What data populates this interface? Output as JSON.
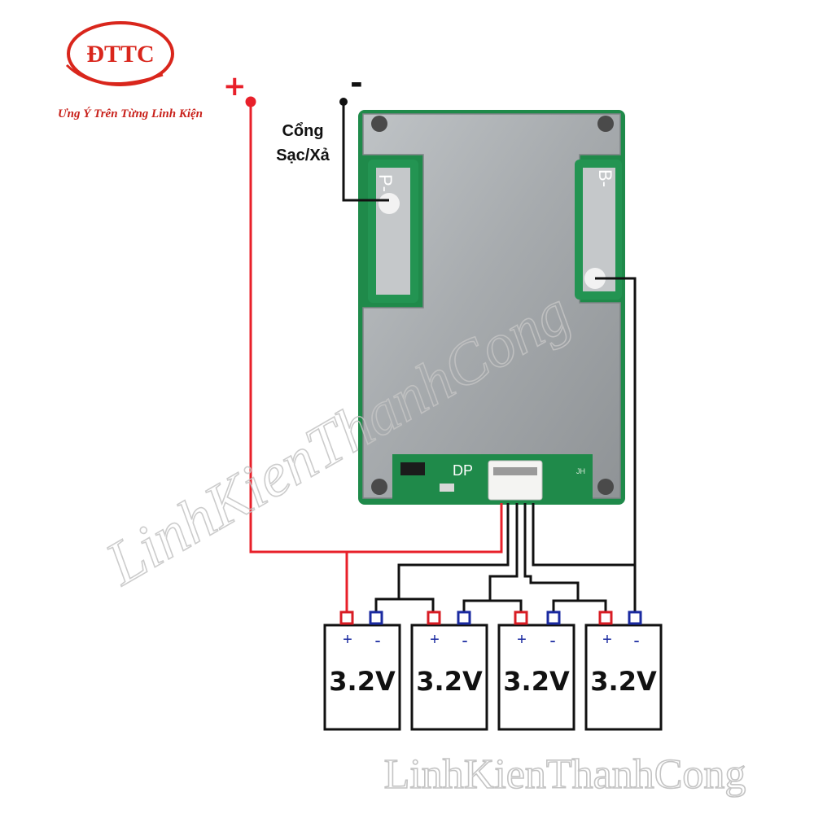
{
  "logo": {
    "text": "ĐTTC",
    "tagline": "Ưng Ý Trên Từng Linh Kiện"
  },
  "watermark": {
    "text": "LinhKienThanhCong"
  },
  "terminals": {
    "positive": "+",
    "negative": "-",
    "port_label": "Cổng Sạc/Xả"
  },
  "bms_board": {
    "left_pad_label": "P-",
    "right_pad_label": "B-",
    "silk_label": "DP",
    "connector_silk": "JH"
  },
  "cells": [
    {
      "plus": "+",
      "minus": "-",
      "voltage": "3.2V"
    },
    {
      "plus": "+",
      "minus": "-",
      "voltage": "3.2V"
    },
    {
      "plus": "+",
      "minus": "-",
      "voltage": "3.2V"
    },
    {
      "plus": "+",
      "minus": "-",
      "voltage": "3.2V"
    }
  ],
  "colors": {
    "positive_wire": "#e8202a",
    "balance_wire": "#111111",
    "plus_tab": "#d81c24",
    "minus_tab": "#1a2aa0",
    "brand_red": "#d9261c"
  }
}
